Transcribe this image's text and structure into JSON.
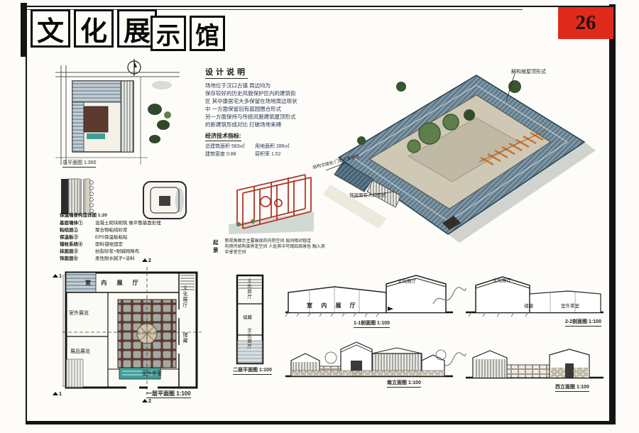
{
  "page": {
    "number": "26"
  },
  "title": {
    "chars": [
      "文",
      "化",
      "展",
      "示",
      "馆"
    ]
  },
  "design_notes": {
    "heading": "设计说明",
    "lines": [
      "场地位于汉口古镇 周边均为",
      "保存较好的历史风貌保护区内的建筑街",
      "区 其中康居宅大多保留在场地周边现状",
      "中 一方面保留旧有庭园围合形式",
      "另一方面保持与传统风貌建筑屋顶形式",
      "的新建筑形成对比 打破场地束缚"
    ],
    "indicators_heading": "经济技术指标:",
    "indicators": [
      "总建筑面积 583㎡",
      "用地面积 286㎡",
      "建筑密度 0.88",
      "容积率 1.52"
    ]
  },
  "site_plan": {
    "label": "总平面图 1:300"
  },
  "wall_detail": {
    "label": "保温墙身构造详图 1:20",
    "layers": [
      {
        "name": "基层墙体①",
        "desc": "混凝土砌块砌筑 做平整基面处理"
      },
      {
        "name": "粘结层②",
        "desc": "聚合物粘结砂浆"
      },
      {
        "name": "保温板③",
        "desc": "EPS保温板粘贴"
      },
      {
        "name": "锚栓系统④",
        "desc": "塑料锚栓固定"
      },
      {
        "name": "抹面层⑤",
        "desc": "抗裂砂浆+耐碱网格布"
      },
      {
        "name": "饰面层⑥",
        "desc": "柔性耐水腻子+涂料"
      }
    ]
  },
  "sketch_notes": {
    "heading": "起景",
    "lines": [
      "新视角图示主要展现的内院空间 层间相对稳定",
      "利用传统构架界定空间 人处其中可观四周景色 融入其中享受空间"
    ]
  },
  "axon": {
    "annotations": [
      "解构坡屋顶形式",
      "结构交接处:门窗元素细部",
      "保留原有入口形式"
    ]
  },
  "plan1": {
    "label": "一层平面图 1:100",
    "rooms": {
      "hall": "室 内 展 厅",
      "outdoor": "室外展览",
      "exhibit": "展品展览",
      "tea": "室外茶室",
      "culture": "文化展厅",
      "storage": "储藏"
    },
    "cut_marks": {
      "one": "1",
      "two": "2"
    }
  },
  "plan2": {
    "label": "二层平面图 1:100",
    "rooms": {
      "top": "文化展厅",
      "mid": "储藏",
      "bottom": "文化展厅"
    }
  },
  "section11": {
    "label": "1-1剖面图 1:100",
    "rooms": {
      "hall": "室 内 展 厅",
      "culture": "文化展厅"
    }
  },
  "section22": {
    "label": "2-2剖面图 1:100",
    "rooms": {
      "culture": "文化展厅",
      "storage": "储藏",
      "tea": "室外茶室"
    }
  },
  "elev_south": {
    "label": "南立面图 1:100"
  },
  "elev_west": {
    "label": "西立面图 1:100"
  }
}
